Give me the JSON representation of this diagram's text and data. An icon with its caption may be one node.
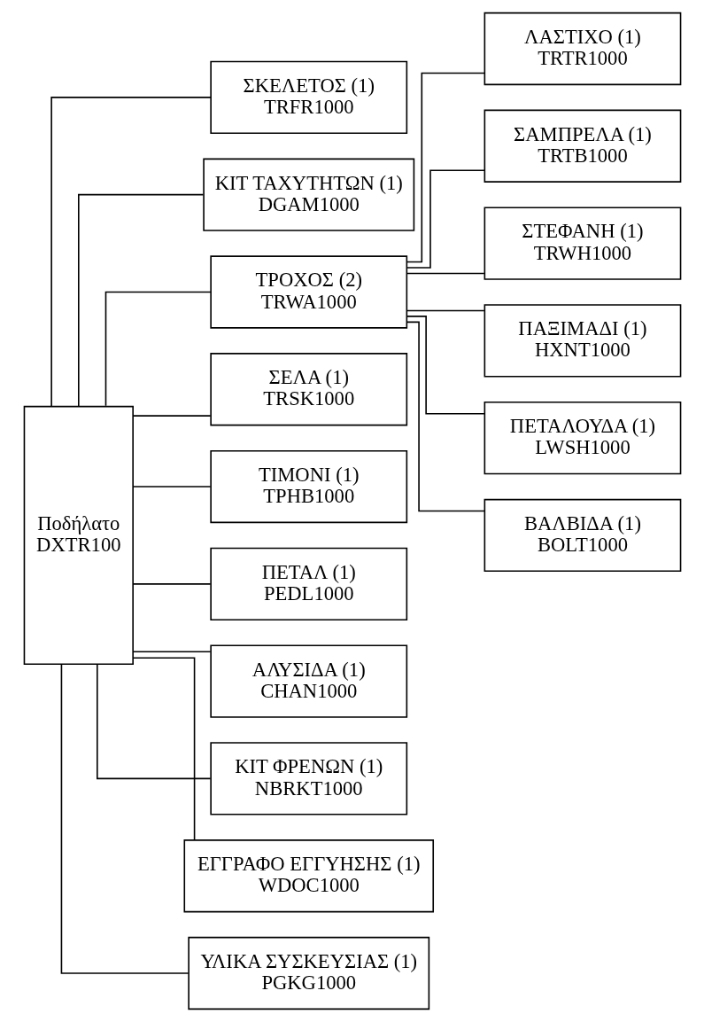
{
  "diagram": {
    "nodes": [
      {
        "text": [
          "Ποδήλατο",
          "DXTR100"
        ]
      },
      {
        "text": [
          "ΣΚΕΛΕΤΟΣ (1)",
          "TRFR1000"
        ]
      },
      {
        "text": [
          "ΚΙΤ ΤΑΧΥΤΗΤΩΝ (1)",
          "DGAM1000"
        ]
      },
      {
        "text": [
          "ΤΡΟΧΟΣ (2)",
          "TRWA1000"
        ]
      },
      {
        "text": [
          "ΣΕΛΑ (1)",
          "TRSK1000"
        ]
      },
      {
        "text": [
          "ΤΙΜΟΝΙ (1)",
          "TPHB1000"
        ]
      },
      {
        "text": [
          "ΠΕΤΑΛ (1)",
          "PEDL1000"
        ]
      },
      {
        "text": [
          "ΑΛΥΣΙΔΑ (1)",
          "CHAN1000"
        ]
      },
      {
        "text": [
          "ΚΙΤ ΦΡΕΝΩΝ (1)",
          "NBRKT1000"
        ]
      },
      {
        "text": [
          "ΕΓΓΡΑΦΟ ΕΓΓΥΗΣΗΣ (1)",
          "WDOC1000"
        ]
      },
      {
        "text": [
          "ΥΛΙΚΑ ΣΥΣΚΕΥΣΙΑΣ (1)",
          "PGKG1000"
        ]
      },
      {
        "text": [
          "ΛΑΣΤΙΧΟ (1)",
          "TRTR1000"
        ]
      },
      {
        "text": [
          "ΣΑΜΠΡΕΛΑ (1)",
          "TRTB1000"
        ]
      },
      {
        "text": [
          "ΣΤΕΦΑΝΗ (1)",
          "TRWH1000"
        ]
      },
      {
        "text": [
          "ΠΑΞΙΜΑΔΙ (1)",
          "HXNT1000"
        ]
      },
      {
        "text": [
          "ΠΕΤΑΛΟΥΔΑ (1)",
          "LWSH1000"
        ]
      },
      {
        "text": [
          "ΒΑΛΒΙΔΑ (1)",
          "BOLT1000"
        ]
      }
    ],
    "edges": [
      {
        "from": 0,
        "to": 1,
        "arrow": "none"
      },
      {
        "from": 0,
        "to": 2,
        "arrow": "none"
      },
      {
        "from": 0,
        "to": 3,
        "arrow": "none"
      },
      {
        "from": 0,
        "to": 4,
        "arrow": "none"
      },
      {
        "from": 0,
        "to": 5,
        "arrow": "none"
      },
      {
        "from": 0,
        "to": 6,
        "arrow": "none"
      },
      {
        "from": 0,
        "to": 7,
        "arrow": "none"
      },
      {
        "from": 0,
        "to": 8,
        "arrow": "none"
      },
      {
        "from": 0,
        "to": 9,
        "arrow": "none"
      },
      {
        "from": 0,
        "to": 10,
        "arrow": "none"
      },
      {
        "from": 3,
        "to": 11,
        "arrow": "none"
      },
      {
        "from": 3,
        "to": 12,
        "arrow": "none"
      },
      {
        "from": 3,
        "to": 13,
        "arrow": "none"
      },
      {
        "from": 3,
        "to": 14,
        "arrow": "none"
      },
      {
        "from": 3,
        "to": 15,
        "arrow": "none"
      },
      {
        "from": 3,
        "to": 16,
        "arrow": "none"
      }
    ]
  }
}
